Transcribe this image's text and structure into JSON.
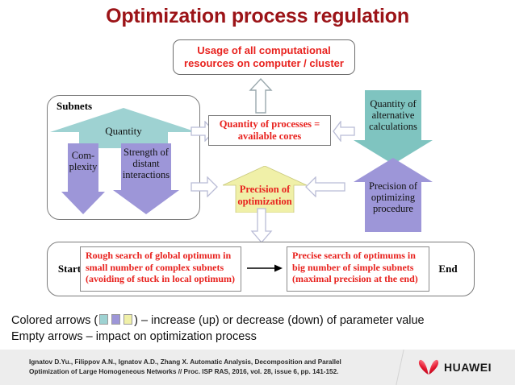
{
  "slide": {
    "title": "Optimization process regulation",
    "title_color": "#9C1418"
  },
  "usage_box": {
    "line1": "Usage of all computational",
    "line2": "resources on computer / cluster",
    "text_color": "#E8221E"
  },
  "subnets_panel": {
    "label": "Subnets",
    "arrows": {
      "quantity": {
        "label": "Quantity",
        "color": "#9ED2D2",
        "direction": "down"
      },
      "complexity": {
        "line1": "Com-",
        "line2": "plexity",
        "color": "#9D96D8",
        "direction": "down"
      },
      "strength": {
        "line1": "Strength of",
        "line2": "distant",
        "line3": "interactions",
        "color": "#9D96D8",
        "direction": "down"
      }
    }
  },
  "processes_box": {
    "line1": "Quantity of processes =",
    "line2": "available cores",
    "text_color": "#E8221E"
  },
  "precision_arrow": {
    "line1": "Precision of",
    "line2": "optimization",
    "color": "#F0F0A8",
    "text_color": "#E8221E",
    "direction": "up"
  },
  "right_arrows": {
    "alternative_calculations": {
      "line1": "Quantity of",
      "line2": "alternative",
      "line3": "calculations",
      "color": "#7FC4C0",
      "direction": "down"
    },
    "optimizing_procedure": {
      "line1": "Precision of",
      "line2": "optimizing",
      "line3": "procedure",
      "color": "#9D96D8",
      "direction": "up"
    }
  },
  "process_panel": {
    "start_label": "Start",
    "end_label": "End",
    "stage_rough": {
      "line1": "Rough search of global optimum in",
      "line2": "small number of complex subnets",
      "line3": "(avoiding of stuck in local optimum)"
    },
    "stage_precise": {
      "line1": "Precise search of optimums in",
      "line2": "big number of simple subnets",
      "line3": "(maximal precision at the end)"
    }
  },
  "legend": {
    "line1_prefix": "Colored arrows (",
    "line1_suffix": ") – increase (up) or decrease (down) of parameter value",
    "line2": "Empty arrows – impact on optimization process",
    "swatch_colors": [
      "#9ED2D2",
      "#9D96D8",
      "#F0F0A8"
    ]
  },
  "footer": {
    "citation_line1": "Ignatov D.Yu., Filippov A.N., Ignatov A.D., Zhang X. Automatic Analysis, Decomposition and Parallel",
    "citation_line2": "Optimization of Large Homogeneous Networks // Proc. ISP RAS, 2016, vol. 28, issue 6, pp. 141-152.",
    "brand": "HUAWEI",
    "brand_color": "#CF0A2C"
  }
}
